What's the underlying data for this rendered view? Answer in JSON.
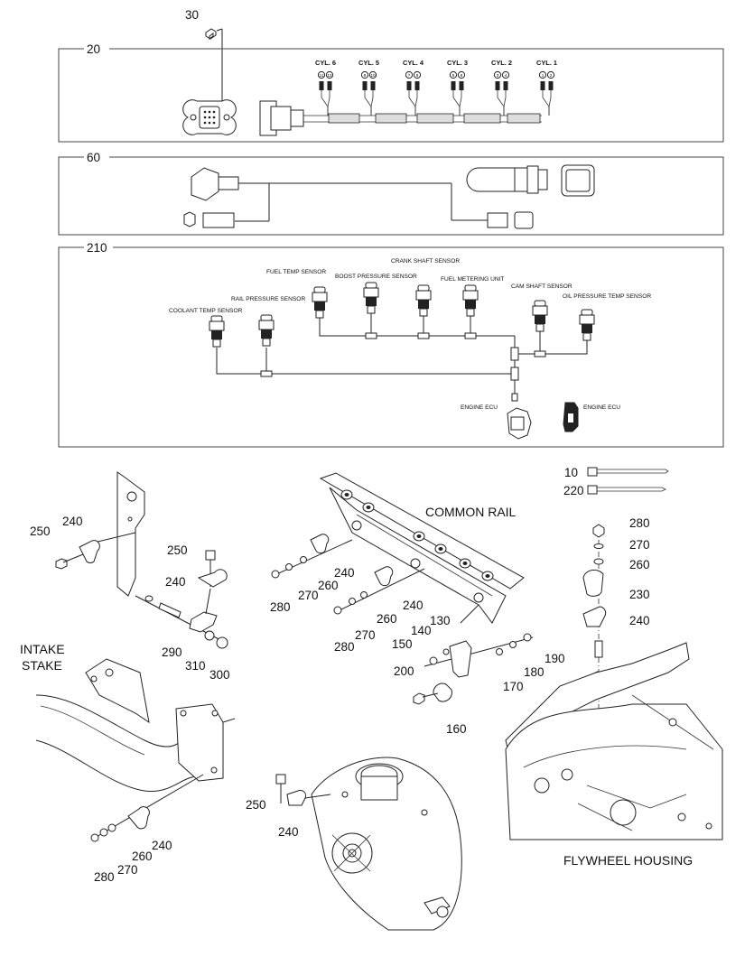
{
  "callouts": {
    "c30": "30",
    "c20": "20",
    "c60": "60",
    "c210": "210",
    "c10": "10",
    "c220": "220",
    "c250a": "250",
    "c240a": "240",
    "c250b": "250",
    "c240b": "240",
    "c290": "290",
    "c310": "310",
    "c300": "300",
    "c240c": "240",
    "c260a": "260",
    "c270a": "270",
    "c280a": "280",
    "c240d": "240",
    "c260b": "260",
    "c270b": "270",
    "c280b": "280",
    "c130": "130",
    "c140": "140",
    "c150": "150",
    "c200": "200",
    "c160": "160",
    "c170": "170",
    "c180": "180",
    "c190": "190",
    "c280c": "280",
    "c270c": "270",
    "c260c": "260",
    "c230": "230",
    "c240e": "240",
    "c250c": "250",
    "c240f": "240",
    "c240g": "240",
    "c260d": "260",
    "c270d": "270",
    "c280d": "280"
  },
  "cylinders": [
    {
      "label": "CYL. 6",
      "pins": [
        "11",
        "12"
      ]
    },
    {
      "label": "CYL. 5",
      "pins": [
        "9",
        "10"
      ]
    },
    {
      "label": "CYL. 4",
      "pins": [
        "7",
        "8"
      ]
    },
    {
      "label": "CYL. 3",
      "pins": [
        "5",
        "6"
      ]
    },
    {
      "label": "CYL. 2",
      "pins": [
        "3",
        "4"
      ]
    },
    {
      "label": "CYL. 1",
      "pins": [
        "1",
        "2"
      ]
    }
  ],
  "sensors": {
    "crank_shaft": "CRANK SHAFT SENSOR",
    "fuel_temp": "FUEL TEMP SENSOR",
    "boost_pressure": "BOOST PRESSURE SENSOR",
    "fuel_metering": "FUEL METERING UNIT",
    "cam_shaft": "CAM SHAFT SENSOR",
    "oil_pressure_temp": "OIL PRESSURE TEMP SENSOR",
    "rail_pressure": "RAIL PRESSURE SENSOR",
    "coolant_temp": "COOLANT TEMP SENSOR",
    "engine_ecu_left": "ENGINE ECU",
    "engine_ecu_right": "ENGINE ECU"
  },
  "assembly_labels": {
    "common_rail": "COMMON RAIL",
    "intake_stake_1": "INTAKE",
    "intake_stake_2": "STAKE",
    "flywheel_housing": "FLYWHEEL HOUSING"
  }
}
